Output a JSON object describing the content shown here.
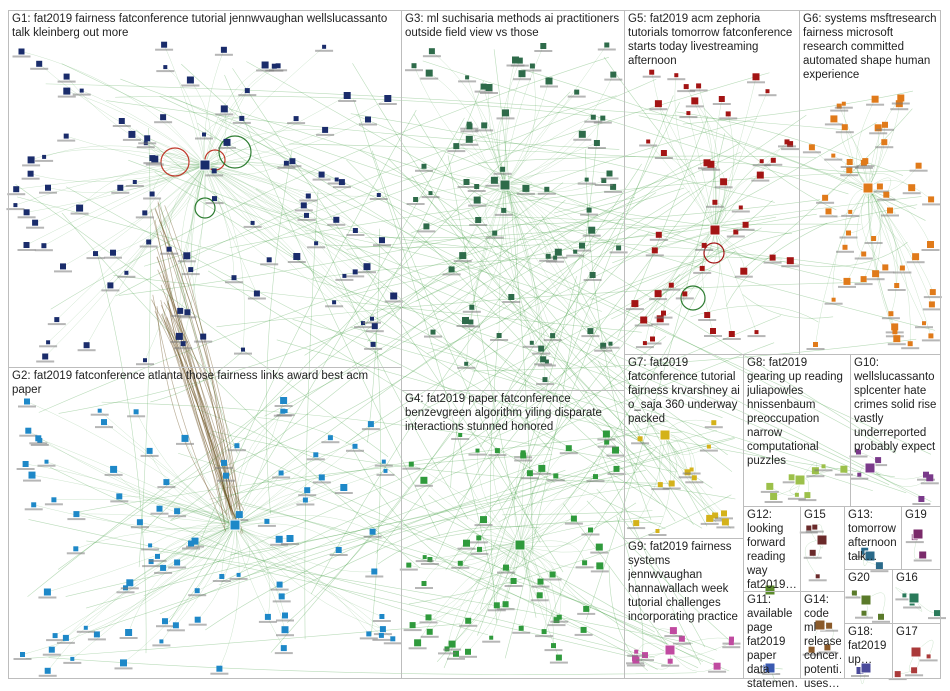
{
  "groups": [
    {
      "id": "G1",
      "label": "G1: fat2019 fairness fatconference tutorial jennwvaughan wellslucassanto talk kleinberg out more",
      "color": "#1a2c6b"
    },
    {
      "id": "G2",
      "label": "G2: fat2019 fatconference atlanta those fairness links award best acm paper",
      "color": "#1e88c8"
    },
    {
      "id": "G3",
      "label": "G3: ml suchisaria methods ai practitioners outside field view vs those",
      "color": "#2e6b4a"
    },
    {
      "id": "G4",
      "label": "G4: fat2019 paper fatconference benzevgreen algorithm yiling disparate interactions stunned honored",
      "color": "#2f9a3c"
    },
    {
      "id": "G5",
      "label": "G5: fat2019 acm zephoria tutorials tomorrow fatconference starts today livestreaming afternoon",
      "color": "#a31414"
    },
    {
      "id": "G6",
      "label": "G6: systems msftresearch fairness microsoft research committed automated shape human experience",
      "color": "#e07a1a"
    },
    {
      "id": "G7",
      "label": "G7: fat2019 fatconference tutorial fairness krvarshney ai o_saja 360 underway packed",
      "color": "#d4b21a"
    },
    {
      "id": "G8",
      "label": "G8: fat2019 gearing up reading juliapowles hnissenbaum preoccupation narrow computational puzzles",
      "color": "#9cc04a"
    },
    {
      "id": "G9",
      "label": "G9: fat2019 fairness systems jennwvaughan hannawallach week tutorial challenges incorporating practice",
      "color": "#c04aa0"
    },
    {
      "id": "G10",
      "label": "G10: wellslucassanto splcenter hate crimes solid rise vastly underreported probably expect",
      "color": "#7a3a8a"
    },
    {
      "id": "G11",
      "label": "G11: available page fat2019 paper data statemen…",
      "color": "#3a5ab0"
    },
    {
      "id": "G12",
      "label": "G12: looking forward reading way fat2019…",
      "color": "#5a8a2a"
    },
    {
      "id": "G13",
      "label": "G13: tomorrow afternoon talk…",
      "color": "#2a6a8a"
    },
    {
      "id": "G14",
      "label": "G14: code ml release concer… potenti… uses…",
      "color": "#8a5a2a"
    },
    {
      "id": "G15",
      "label": "G15",
      "color": "#6a2a2a"
    },
    {
      "id": "G16",
      "label": "G16",
      "color": "#2a7a5a"
    },
    {
      "id": "G17",
      "label": "G17",
      "color": "#aa3a3a"
    },
    {
      "id": "G18",
      "label": "G18: fat2019 up…",
      "color": "#4a4a9a"
    },
    {
      "id": "G19",
      "label": "G19",
      "color": "#7a2a6a"
    },
    {
      "id": "G20",
      "label": "G20",
      "color": "#5a7a2a"
    }
  ]
}
